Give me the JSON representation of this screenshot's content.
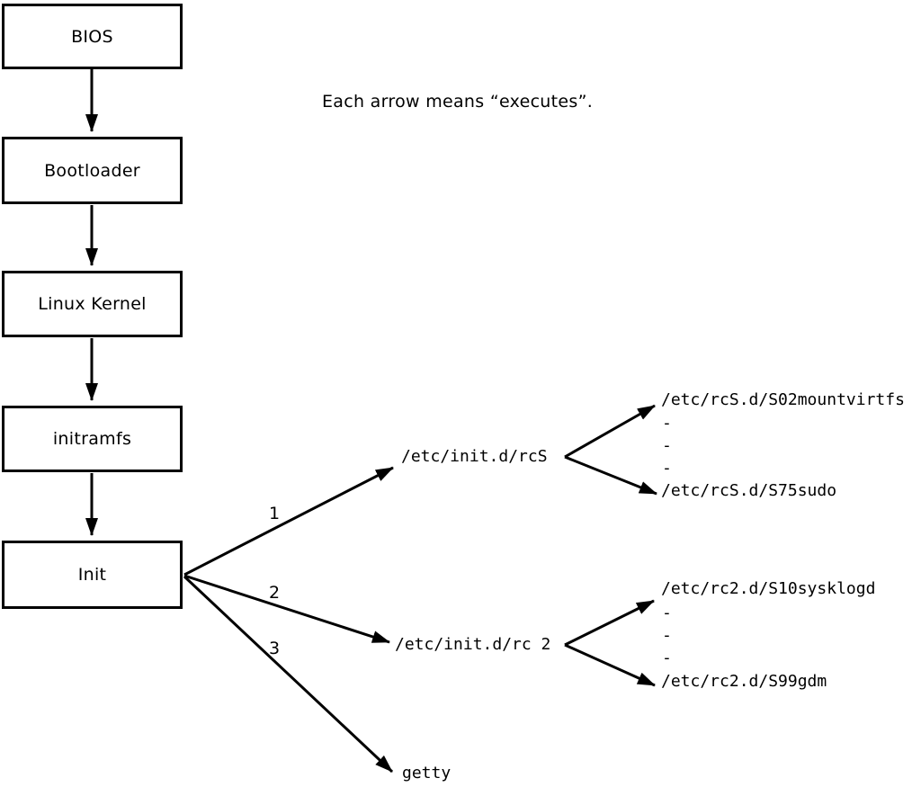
{
  "note": "Each arrow means “executes”.",
  "colors": {
    "foreground": "#000000",
    "background": "#ffffff"
  },
  "boot_sequence": [
    {
      "label": "BIOS"
    },
    {
      "label": "Bootloader"
    },
    {
      "label": "Linux Kernel"
    },
    {
      "label": "initramfs"
    },
    {
      "label": "Init"
    }
  ],
  "init_branches": [
    {
      "order_label": "1",
      "target": "/etc/init.d/rcS",
      "first_script": "/etc/rcS.d/S02mountvirtfs",
      "ellipsis": [
        "-",
        "-",
        "-"
      ],
      "last_script": "/etc/rcS.d/S75sudo"
    },
    {
      "order_label": "2",
      "target": "/etc/init.d/rc 2",
      "first_script": "/etc/rc2.d/S10sysklogd",
      "ellipsis": [
        "-",
        "-",
        "-"
      ],
      "last_script": "/etc/rc2.d/S99gdm"
    },
    {
      "order_label": "3",
      "target": "getty"
    }
  ]
}
